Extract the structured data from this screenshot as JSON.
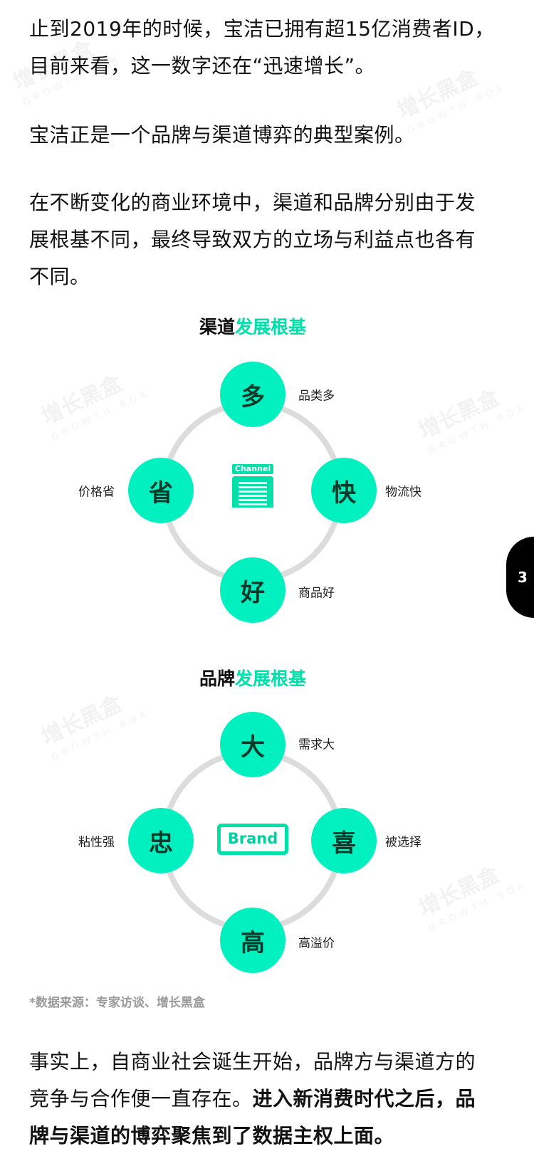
{
  "paragraphs": {
    "p1_l1": "止到2019年的时候，宝洁已拥有超15亿消费者ID，",
    "p1_l2": "目前来看，这一数字还在“迅速增长”。",
    "p2": "宝洁正是一个品牌与渠道博弈的典型案例。",
    "p3_l1": "在不断变化的商业环境中，渠道和品牌分别由于发",
    "p3_l2": "展根基不同，最终导致双方的立场与利益点也各有",
    "p3_l3": "不同。"
  },
  "channel": {
    "title_black": "渠道",
    "title_green": "发展根基",
    "icon_label": "Channel",
    "nodes": [
      {
        "char": "多",
        "label": "品类多"
      },
      {
        "char": "快",
        "label": "物流快"
      },
      {
        "char": "好",
        "label": "商品好"
      },
      {
        "char": "省",
        "label": "价格省"
      }
    ]
  },
  "brand": {
    "title_black": "品牌",
    "title_green": "发展根基",
    "icon_label": "Brand",
    "nodes": [
      {
        "char": "大",
        "label": "需求大"
      },
      {
        "char": "喜",
        "label": "被选择"
      },
      {
        "char": "高",
        "label": "高溢价"
      },
      {
        "char": "忠",
        "label": "粘性强"
      }
    ]
  },
  "source_note": "*数据来源：专家访谈、增长黑盒",
  "closing": {
    "l1": "事实上，自商业社会诞生开始，品牌方与渠道方的",
    "l2_normal": "竞争与合作便一直存在。",
    "l2_bold": "进入新消费时代之后，品",
    "l3_bold": "牌与渠道的博弈聚焦到了数据主权上面。"
  },
  "page_number": "3",
  "watermark": {
    "cn": "增长黑盒",
    "en": "GROWTH BOX"
  },
  "colors": {
    "accent": "#00f0c0",
    "ring": "#dcdcdc"
  }
}
